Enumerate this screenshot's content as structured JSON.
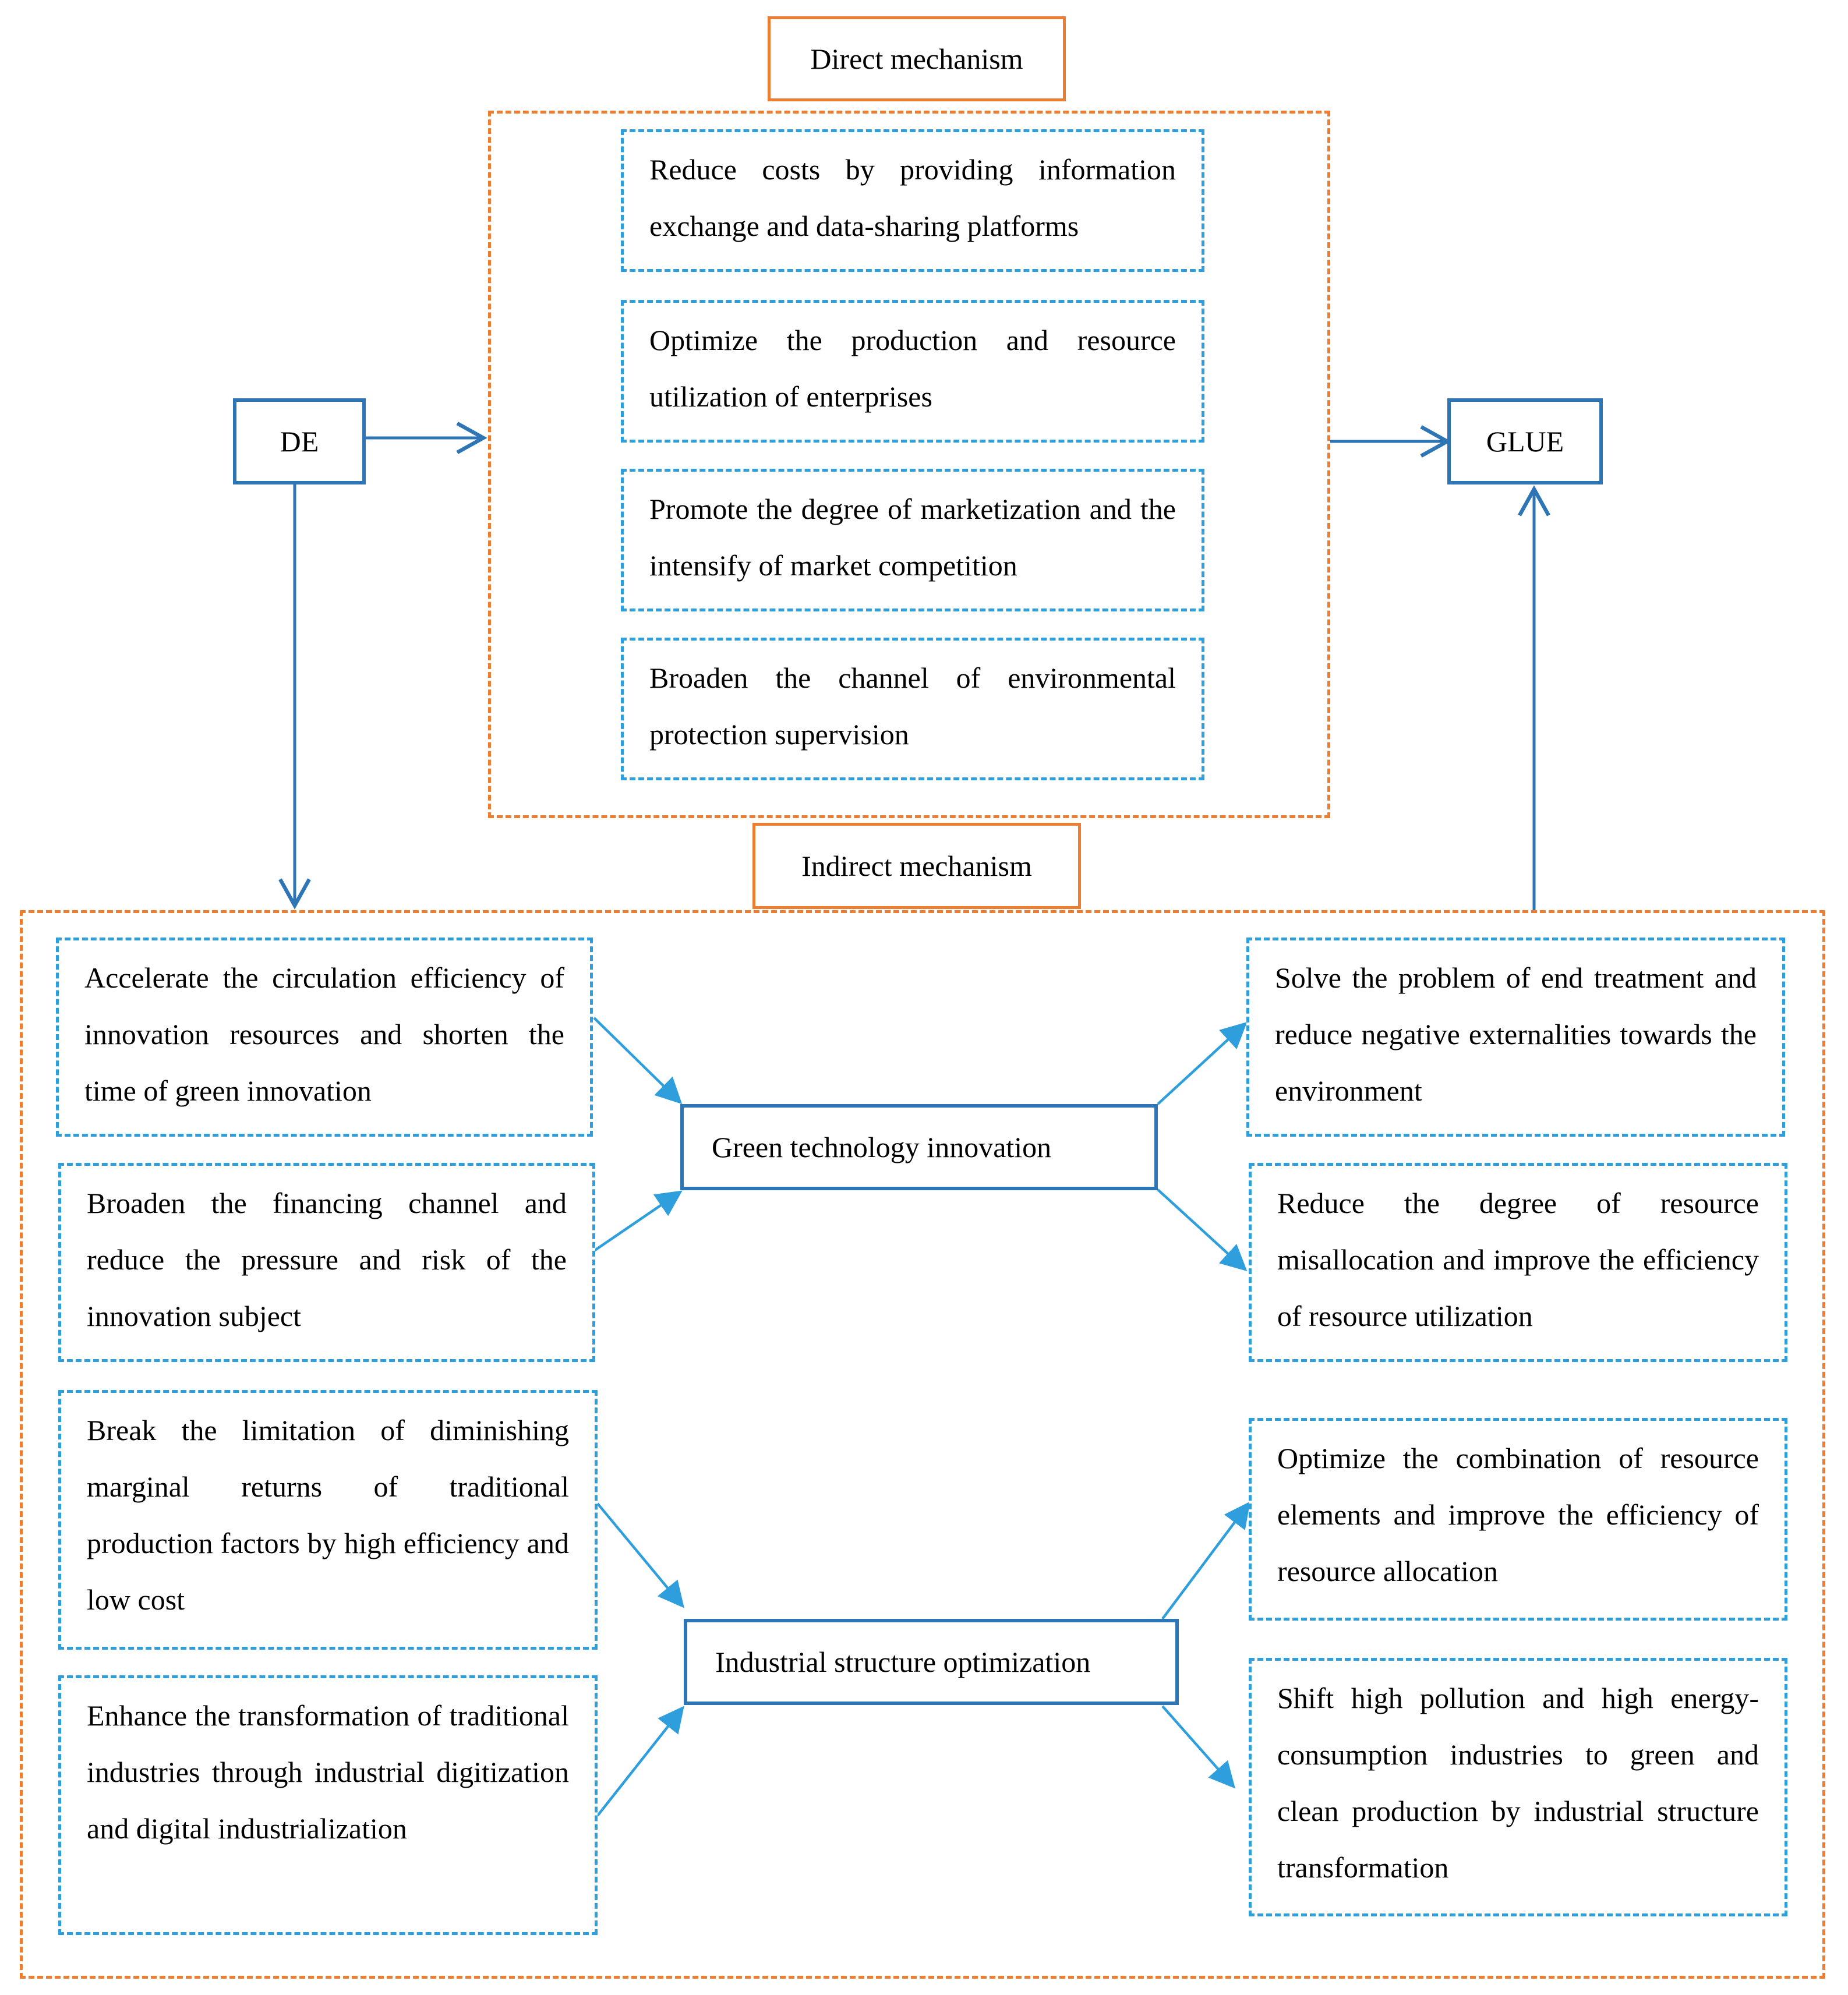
{
  "labels": {
    "direct": "Direct mechanism",
    "indirect": "Indirect mechanism"
  },
  "nodes": {
    "de": "DE",
    "glue": "GLUE",
    "green_tech": "Green technology innovation",
    "industrial": "Industrial structure optimization"
  },
  "direct_items": [
    "Reduce costs by providing information exchange and data-sharing platforms",
    "Optimize the production and resource utilization of enterprises",
    "Promote the degree of marketization and the intensify of market competition",
    "Broaden the channel of environmental protection supervision"
  ],
  "indirect_left": [
    "Accelerate the circulation efficiency of innovation resources and shorten the time of green innovation",
    "Broaden the financing channel and reduce the pressure and risk of the innovation subject",
    "Break the limitation of diminishing marginal returns of traditional production factors by high efficiency and low cost",
    "Enhance the transformation of traditional industries through industrial digitization and digital industrialization"
  ],
  "indirect_right": [
    "Solve the problem of end treatment and reduce negative externalities towards the environment",
    "Reduce the degree of resource misallocation and improve the efficiency of resource utilization",
    "Optimize the combination of resource elements and improve the efficiency of resource allocation",
    "Shift high pollution and high energy-consumption industries to green and clean production by industrial structure transformation"
  ],
  "colors": {
    "orange": "#ED7D31",
    "blue_node": "#2E75B6",
    "blue_dashed": "#2E9FDC"
  }
}
